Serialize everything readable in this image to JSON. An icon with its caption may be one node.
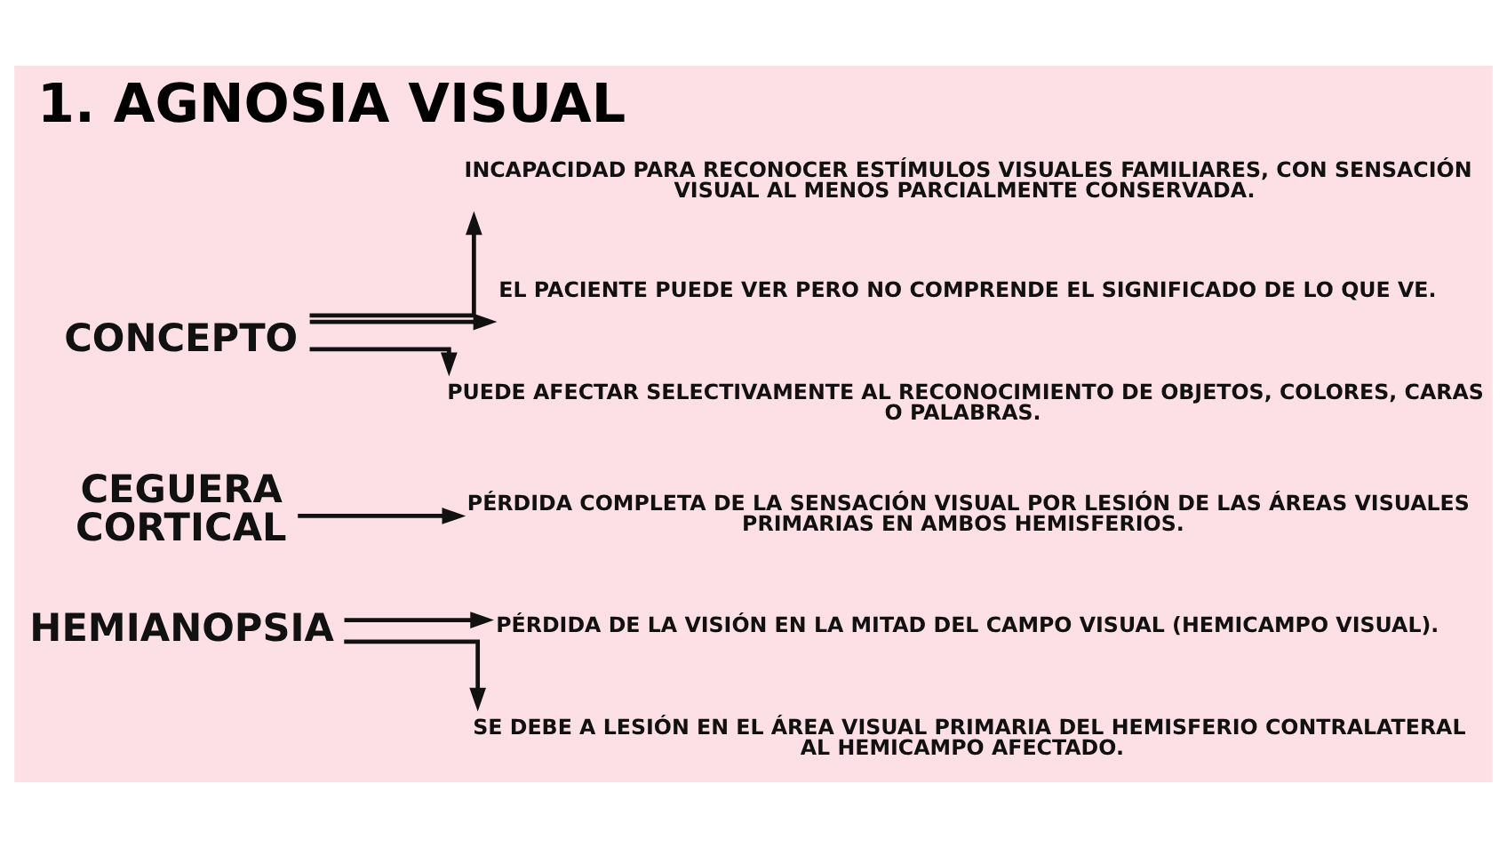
{
  "diagram": {
    "title": "1. AGNOSIA VISUAL",
    "nodes": [
      {
        "text": [
          "CONCEPTO"
        ]
      },
      {
        "text": [
          "INCAPACIDAD PARA RECONOCER ESTÍMULOS VISUALES FAMILIARES, CON SENSACIÓN VISUAL AL MENOS PARCIALMENTE CONSERVADA."
        ]
      },
      {
        "text": [
          "EL PACIENTE PUEDE VER PERO NO COMPRENDE EL SIGNIFICADO DE LO QUE VE."
        ]
      },
      {
        "text": [
          "PUEDE AFECTAR SELECTIVAMENTE AL RECONOCIMIENTO DE OBJETOS, COLORES, CARAS O PALABRAS."
        ]
      },
      {
        "text": [
          "CEGUERA CORTICAL"
        ]
      },
      {
        "text": [
          "PÉRDIDA COMPLETA DE LA SENSACIÓN VISUAL POR LESIÓN DE LAS ÁREAS VISUALES PRIMARIAS EN AMBOS HEMISFERIOS."
        ]
      },
      {
        "text": [
          "HEMIANOPSIA"
        ]
      },
      {
        "text": [
          "PÉRDIDA DE LA VISIÓN EN LA MITAD DEL CAMPO VISUAL (HEMICAMPO VISUAL)."
        ]
      },
      {
        "text": [
          "SE DEBE A LESIÓN EN EL ÁREA VISUAL PRIMARIA DEL HEMISFERIO CONTRALATERAL AL HEMICAMPO AFECTADO."
        ]
      }
    ],
    "edges": [
      {
        "from": 0,
        "to": 1,
        "arrow": "to"
      },
      {
        "from": 0,
        "to": 2,
        "arrow": "to"
      },
      {
        "from": 0,
        "to": 3,
        "arrow": "to"
      },
      {
        "from": 4,
        "to": 5,
        "arrow": "to"
      },
      {
        "from": 6,
        "to": 7,
        "arrow": "to"
      },
      {
        "from": 6,
        "to": 8,
        "arrow": "to"
      }
    ]
  }
}
